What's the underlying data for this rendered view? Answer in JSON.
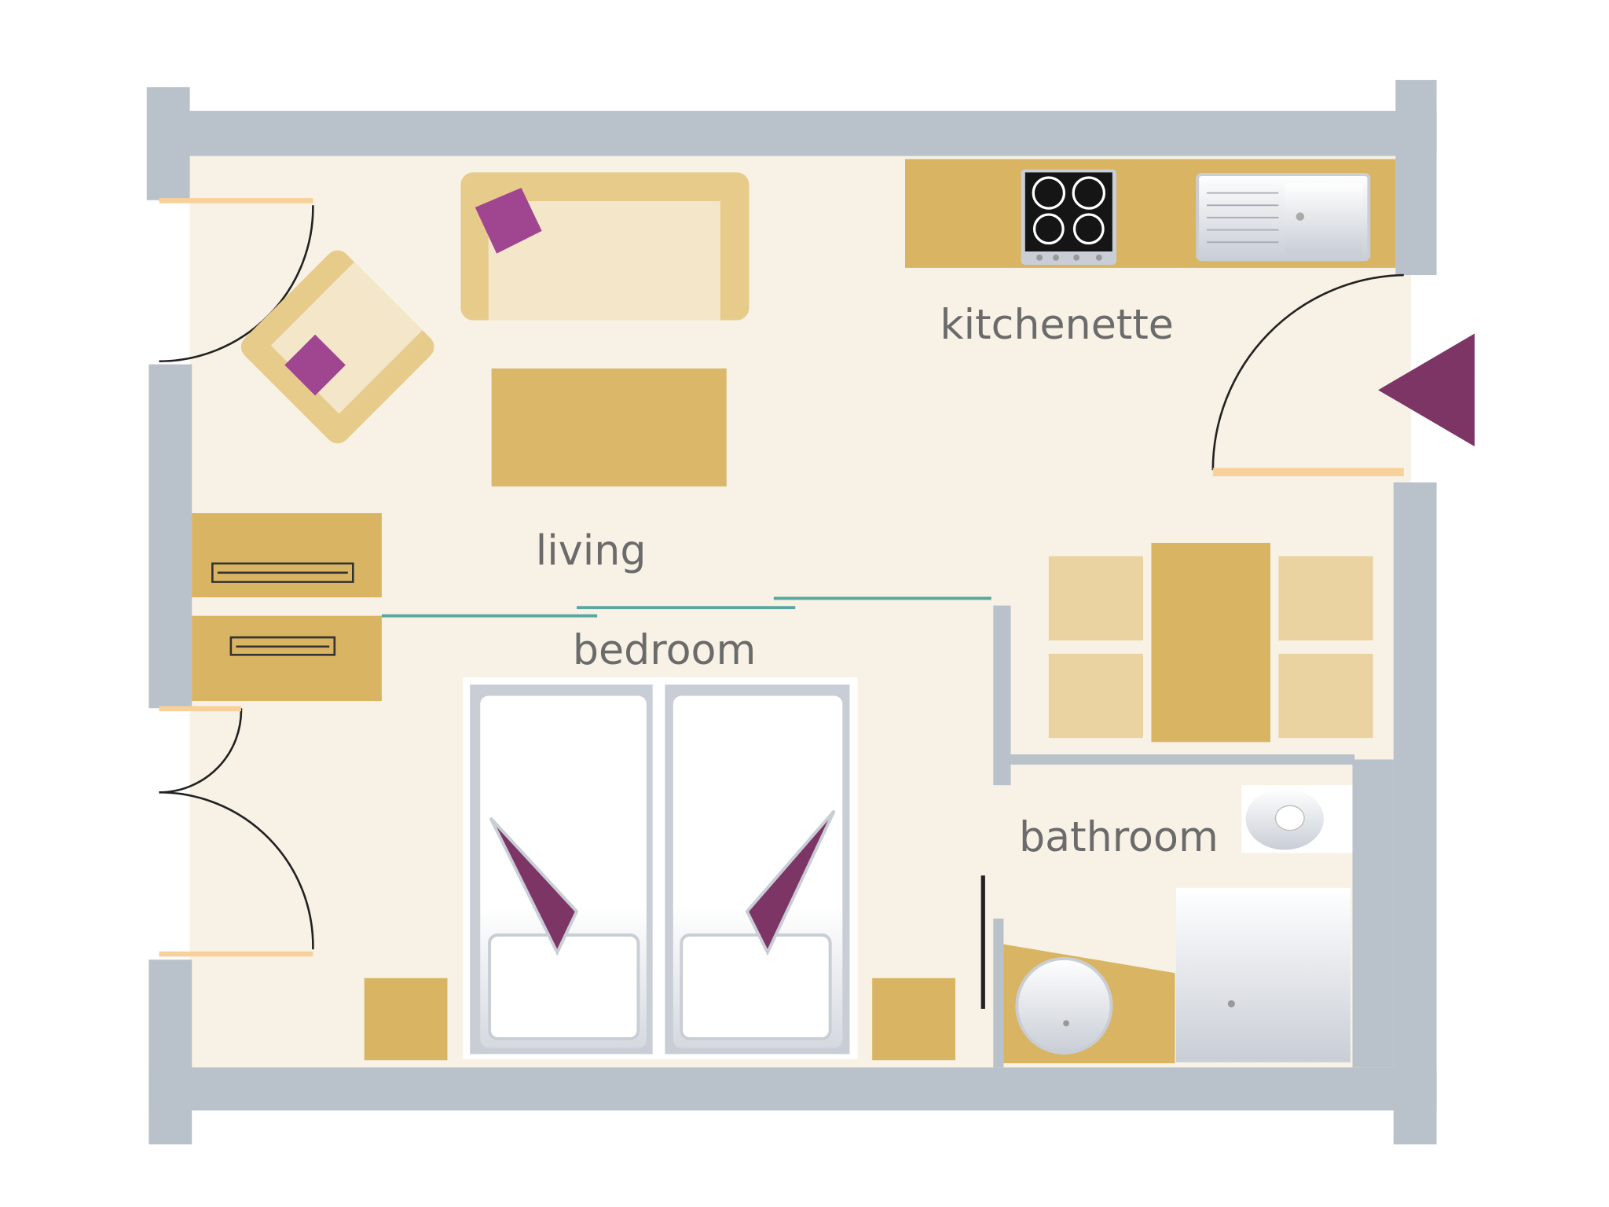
{
  "rooms": {
    "kitchenette": "kitchenette",
    "living": "living",
    "bedroom": "bedroom",
    "bathroom": "bathroom"
  },
  "colors": {
    "wall": "#b9c1ca",
    "floor": "#f7f2e5",
    "furniture": "#d9b463",
    "furniture_light": "#ead3a0",
    "accent": "#7d3565",
    "door_sill": "#f8d19a",
    "partition": "#5aa6a0"
  },
  "icons": {
    "entrance": "entrance-arrow-icon",
    "stove": "stove-icon",
    "sink": "sink-icon"
  }
}
